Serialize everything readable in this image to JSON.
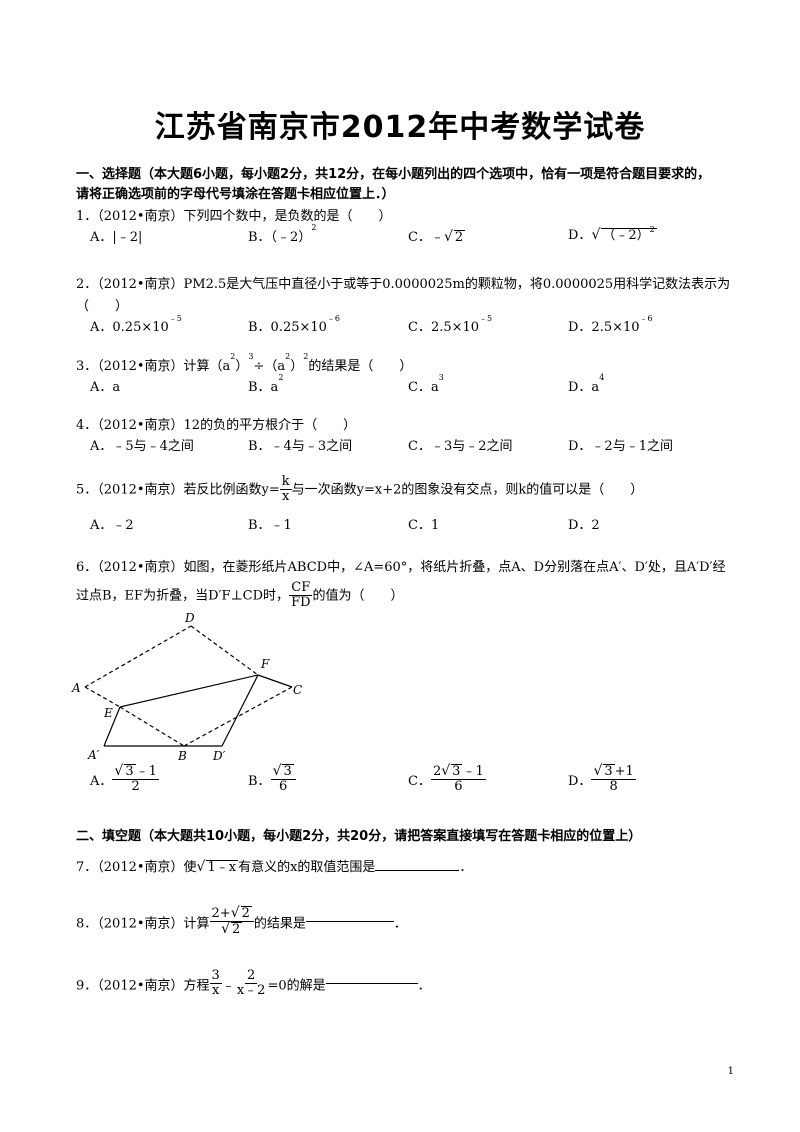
{
  "title": "江苏省南京市2012年中考数学试卷",
  "section1": {
    "line1": "一、选择题（本大题6小题，每小题2分，共12分，在每小题列出的四个选项中，恰有一项是符合题目要求的，",
    "line2": "请将正确选项前的字母代号填涂在答题卡相应位置上．）"
  },
  "q1": {
    "stem": "1．（2012•南京）下列四个数中，是负数的是（　　）",
    "a": "A．|﹣2|",
    "b": "B．（﹣2）",
    "b_exp": "2",
    "c": "C．﹣",
    "c_rad": "2",
    "d": "D．",
    "d_rad": "（﹣2）",
    "d_exp": "2"
  },
  "q2": {
    "stem1": "2．（2012•南京）PM2.5是大气压中直径小于或等于0.0000025m的颗粒物，将0.0000025用科学记数法表示为",
    "stem2": "（　　）",
    "a": "A．0.25×10",
    "a_exp": "﹣5",
    "b": "B．0.25×10",
    "b_exp": "﹣6",
    "c": "C．2.5×10",
    "c_exp": "﹣5",
    "d": "D．2.5×10",
    "d_exp": "﹣6"
  },
  "q3": {
    "p1": "3．（2012•南京）计算（a",
    "e1": "2",
    "p2": "）",
    "e2": "3",
    "p3": "÷（a",
    "e3": "2",
    "p4": "）",
    "e4": "2",
    "p5": "的结果是（　　）",
    "a": "A．a",
    "b": "B．a",
    "b_exp": "2",
    "c": "C．a",
    "c_exp": "3",
    "d": "D．a",
    "d_exp": "4"
  },
  "q4": {
    "stem": "4．（2012•南京）12的负的平方根介于（　　）",
    "a": "A．﹣5与﹣4之间",
    "b": "B．﹣4与﹣3之间",
    "c": "C．﹣3与﹣2之间",
    "d": "D．﹣2与﹣1之间"
  },
  "q5": {
    "p1": "5．（2012•南京）若反比例函数y=",
    "fn": "k",
    "fd": "x",
    "p2": "与一次函数y=x+2的图象没有交点，则k的值可以是（　　）",
    "a": "A．﹣2",
    "b": "B．﹣1",
    "c": "C．1",
    "d": "D．2"
  },
  "q6": {
    "stem1": "6．（2012•南京）如图，在菱形纸片ABCD中，∠A=60°，将纸片折叠，点A、D分别落在点A′、D′处，且A′D′经",
    "p1": "过点B，EF为折叠，当D′F⊥CD时，",
    "fn": "CF",
    "fd": "FD",
    "p2": "的值为（　　）",
    "a": "A．",
    "a_rad": "3",
    "a_num_tail": "﹣1",
    "a_den": "2",
    "b": "B．",
    "b_rad": "3",
    "b_den": "6",
    "c": "C．",
    "c_pre": "2",
    "c_rad": "3",
    "c_num_tail": "﹣1",
    "c_den": "6",
    "d": "D．",
    "d_rad": "3",
    "d_num_tail": "+1",
    "d_den": "8",
    "figure_labels": {
      "D": "D",
      "F": "F",
      "A": "A",
      "C": "C",
      "E": "E",
      "Ap": "A′",
      "B": "B",
      "Dp": "D′"
    }
  },
  "section2": "二、填空题（本大题共10小题，每小题2分，共20分，请把答案直接填写在答题卡相应的位置上）",
  "q7": {
    "p1": "7．（2012•南京）使",
    "rad": "1﹣x",
    "p2": "有意义的x的取值范围是",
    "end": "．"
  },
  "q8": {
    "p1": "8．（2012•南京）计算",
    "num_pre": "2+",
    "num_rad": "2",
    "den_rad": "2",
    "p2": "的结果是",
    "end": "．"
  },
  "q9": {
    "p1": "9．（2012•南京）方程",
    "f1n": "3",
    "f1d": "x",
    "minus": "﹣",
    "f2n": "2",
    "f2d": "x﹣2",
    "p2": "=0的解是",
    "end": "．"
  },
  "page_number": "1"
}
